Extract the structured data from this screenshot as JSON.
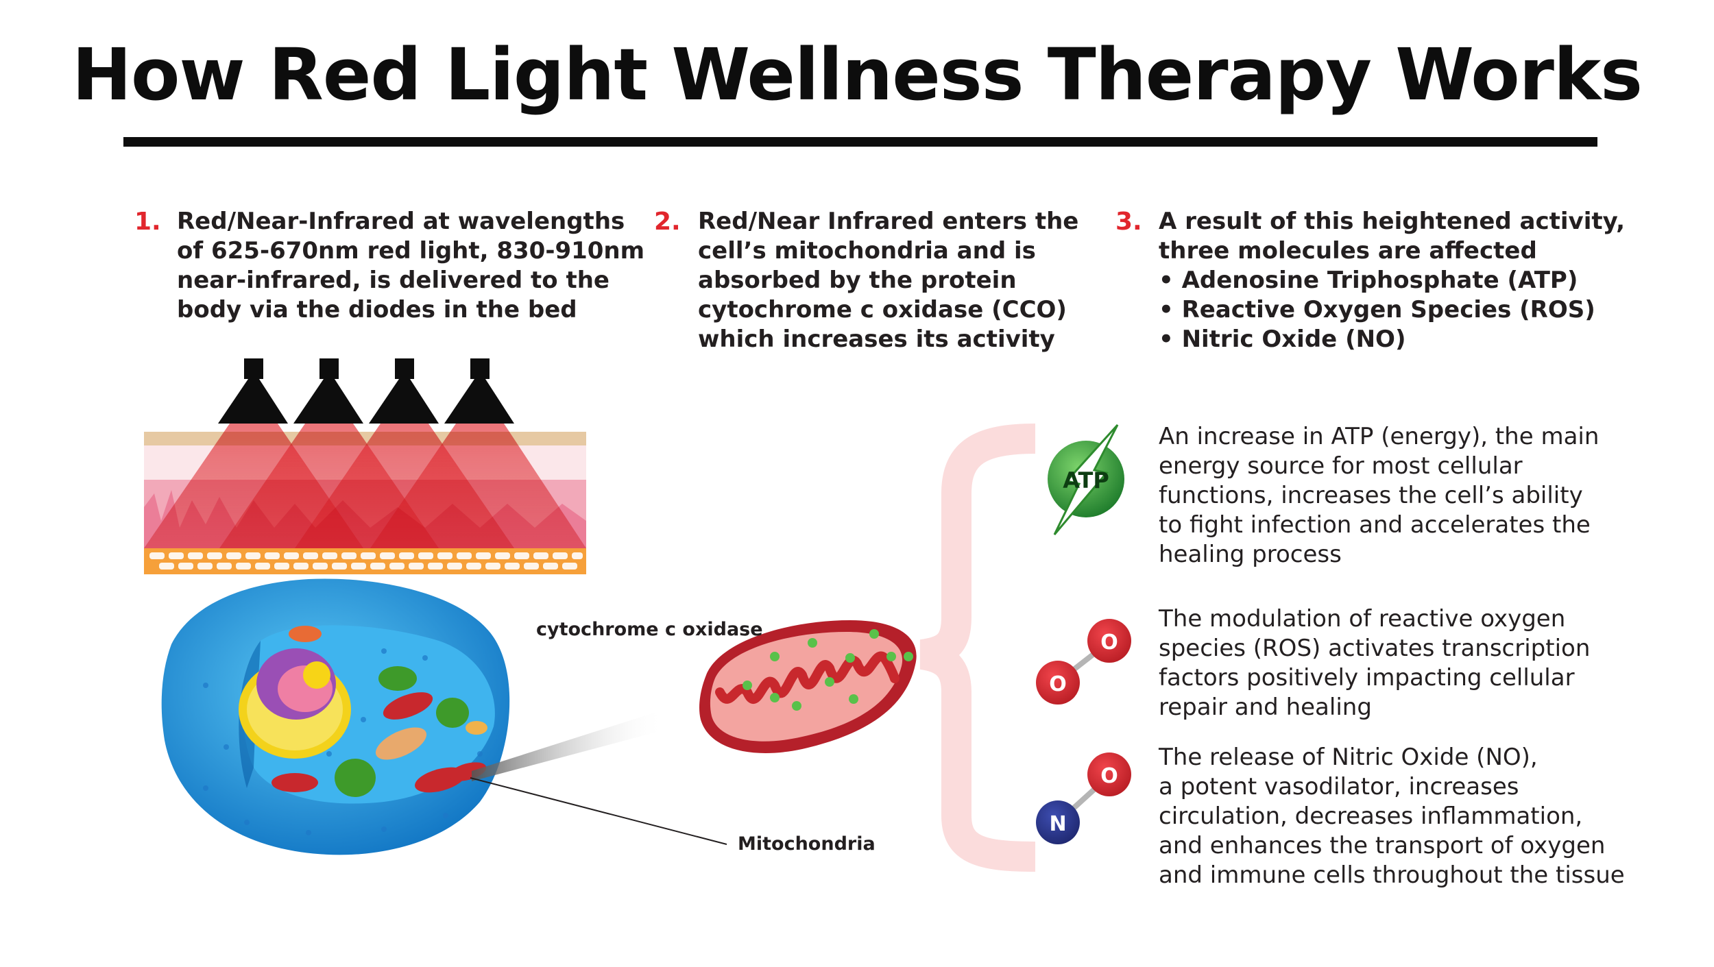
{
  "title": "How Red Light Wellness Therapy Works",
  "steps": [
    {
      "number": "1.",
      "lines": [
        "Red/Near-Infrared at wavelengths",
        "of 625-670nm red light, 830-910nm",
        "near-infrared, is delivered to the",
        "body via the diodes in the bed"
      ]
    },
    {
      "number": "2.",
      "lines": [
        "Red/Near Infrared enters the",
        "cell’s mitochondria and is",
        "absorbed by the protein",
        "cytochrome c oxidase (CCO)",
        "which increases its activity"
      ]
    },
    {
      "number": "3.",
      "lines": [
        "A result of this heightened activity,",
        "three molecules are affected",
        "• Adenosine Triphosphate (ATP)",
        "• Reactive Oxygen Species (ROS)",
        "• Nitric Oxide (NO)"
      ]
    }
  ],
  "effects": [
    {
      "icon": "atp-icon",
      "icon_label": "ATP",
      "lines": [
        "An increase in ATP (energy), the main",
        "energy source for most cellular",
        "functions, increases the cell’s ability",
        "to fight infection and accelerates the",
        "healing process"
      ]
    },
    {
      "icon": "ros-molecule-icon",
      "icon_labels": [
        "O",
        "O"
      ],
      "lines": [
        "The modulation of reactive oxygen",
        "species (ROS) activates transcription",
        "factors positively impacting cellular",
        "repair and healing"
      ]
    },
    {
      "icon": "no-molecule-icon",
      "icon_labels": [
        "O",
        "N"
      ],
      "lines": [
        "The release of Nitric Oxide (NO),",
        "a potent vasodilator, increases",
        "circulation, decreases inflammation,",
        "and enhances the transport of oxygen",
        "and immune cells throughout the tissue"
      ]
    }
  ],
  "labels": {
    "cco": "cytochrome c oxidase",
    "mitochondria": "Mitochondria"
  },
  "colors": {
    "accent_red": "#e1262d",
    "text": "#231f20",
    "atp_green": "#2e8b2e",
    "oxygen_red": "#d7262e",
    "nitrogen_blue": "#2b3590",
    "bracket_pink": "#fbdcdc"
  }
}
